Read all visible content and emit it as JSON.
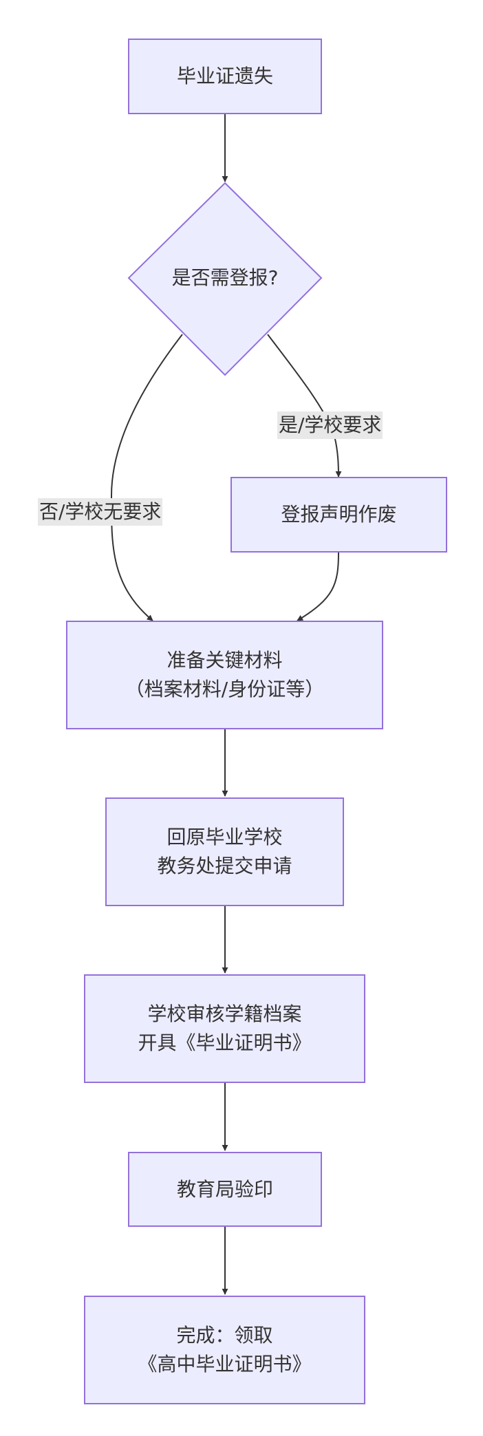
{
  "nodes": {
    "lost": "毕业证遗失",
    "decision": "是否需登报?",
    "newspaper": "登报声明作废",
    "prepare": [
      "准备关键材料",
      "（档案材料/身份证等）"
    ],
    "apply": [
      "回原毕业学校",
      "教务处提交申请"
    ],
    "review": [
      "学校审核学籍档案",
      "开具《毕业证明书》"
    ],
    "bureau": "教育局验印",
    "done": [
      "完成：领取",
      "《高中毕业证明书》"
    ]
  },
  "edge_labels": {
    "yes": "是/学校要求",
    "no": "否/学校无要求"
  },
  "colors": {
    "node_fill": "#ECECFF",
    "node_stroke": "#9370DB",
    "edge": "#333333",
    "edge_label_bg": "#e8e8e8"
  }
}
